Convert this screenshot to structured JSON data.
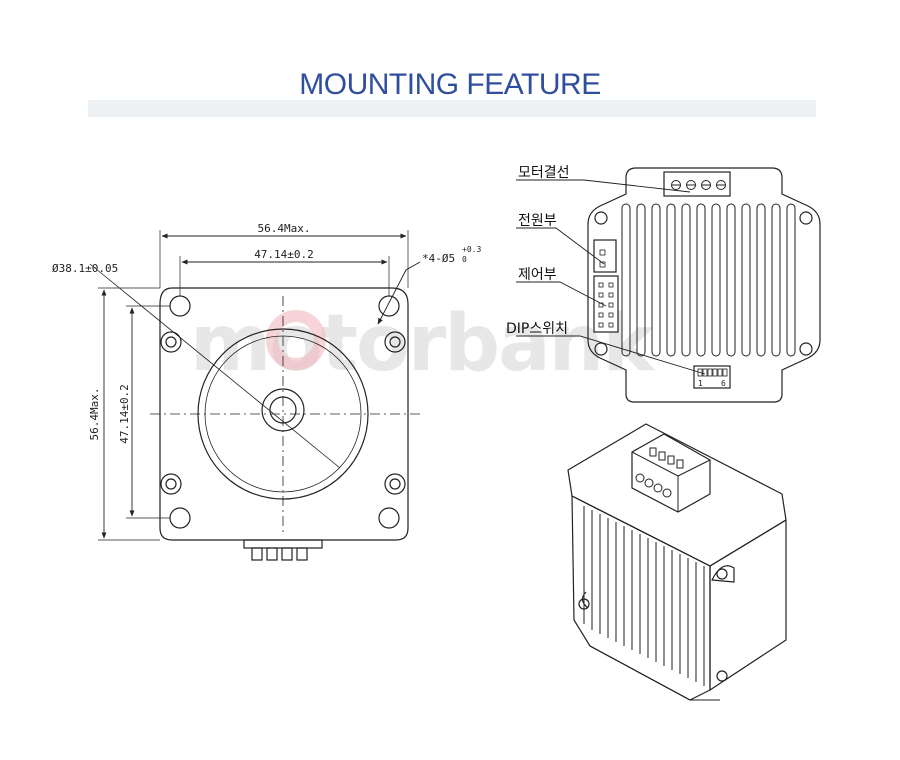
{
  "page": {
    "title": "MOUNTING FEATURE"
  },
  "front_view": {
    "width_max": "56.4Max.",
    "hole_pitch": "47.14±0.2",
    "pilot_diameter": "Ø38.1±0.05",
    "hole_note": "*4-Ø5",
    "hole_tol_upper": "+0.3",
    "hole_tol_lower": "0",
    "height_max": "56.4Max.",
    "height_pitch": "47.14±0.2"
  },
  "rear_view": {
    "labels": {
      "motor_wiring": "모터결선",
      "power": "전원부",
      "control": "제어부",
      "dip_switch": "DIP스위치"
    },
    "dip_marks": {
      "start": "1",
      "end": "6"
    }
  },
  "watermark": {
    "text": "motorbank"
  }
}
